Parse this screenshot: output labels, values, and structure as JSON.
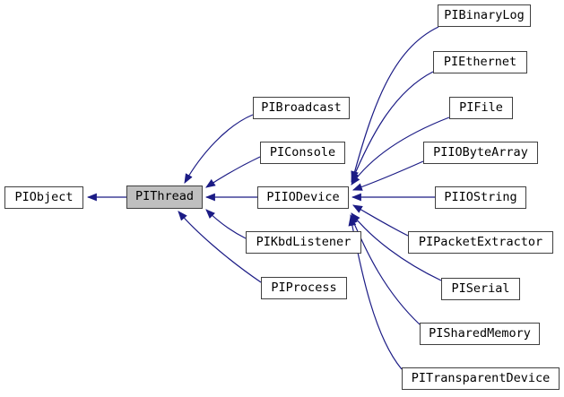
{
  "colors": {
    "edge": "#1b1b85",
    "node_border": "#404040",
    "node_fill": "#ffffff",
    "highlight_fill": "#bfbfbf",
    "text": "#000000",
    "background": "#ffffff"
  },
  "diagram": {
    "type": "class-inheritance-graph",
    "highlighted_node": "PIThread"
  },
  "nodes": [
    {
      "id": "PIObject",
      "label": "PIObject",
      "highlighted": false
    },
    {
      "id": "PIThread",
      "label": "PIThread",
      "highlighted": true
    },
    {
      "id": "PIBroadcast",
      "label": "PIBroadcast",
      "highlighted": false
    },
    {
      "id": "PIConsole",
      "label": "PIConsole",
      "highlighted": false
    },
    {
      "id": "PIIODevice",
      "label": "PIIODevice",
      "highlighted": false
    },
    {
      "id": "PIKbdListener",
      "label": "PIKbdListener",
      "highlighted": false
    },
    {
      "id": "PIProcess",
      "label": "PIProcess",
      "highlighted": false
    },
    {
      "id": "PIBinaryLog",
      "label": "PIBinaryLog",
      "highlighted": false
    },
    {
      "id": "PIEthernet",
      "label": "PIEthernet",
      "highlighted": false
    },
    {
      "id": "PIFile",
      "label": "PIFile",
      "highlighted": false
    },
    {
      "id": "PIIOByteArray",
      "label": "PIIOByteArray",
      "highlighted": false
    },
    {
      "id": "PIIOString",
      "label": "PIIOString",
      "highlighted": false
    },
    {
      "id": "PIPacketExtractor",
      "label": "PIPacketExtractor",
      "highlighted": false
    },
    {
      "id": "PISerial",
      "label": "PISerial",
      "highlighted": false
    },
    {
      "id": "PISharedMemory",
      "label": "PISharedMemory",
      "highlighted": false
    },
    {
      "id": "PITransparentDevice",
      "label": "PITransparentDevice",
      "highlighted": false
    }
  ],
  "edges": [
    {
      "from": "PIThread",
      "to": "PIObject"
    },
    {
      "from": "PIBroadcast",
      "to": "PIThread"
    },
    {
      "from": "PIConsole",
      "to": "PIThread"
    },
    {
      "from": "PIIODevice",
      "to": "PIThread"
    },
    {
      "from": "PIKbdListener",
      "to": "PIThread"
    },
    {
      "from": "PIProcess",
      "to": "PIThread"
    },
    {
      "from": "PIBinaryLog",
      "to": "PIIODevice"
    },
    {
      "from": "PIEthernet",
      "to": "PIIODevice"
    },
    {
      "from": "PIFile",
      "to": "PIIODevice"
    },
    {
      "from": "PIIOByteArray",
      "to": "PIIODevice"
    },
    {
      "from": "PIIOString",
      "to": "PIIODevice"
    },
    {
      "from": "PIPacketExtractor",
      "to": "PIIODevice"
    },
    {
      "from": "PISerial",
      "to": "PIIODevice"
    },
    {
      "from": "PISharedMemory",
      "to": "PIIODevice"
    },
    {
      "from": "PITransparentDevice",
      "to": "PIIODevice"
    }
  ]
}
